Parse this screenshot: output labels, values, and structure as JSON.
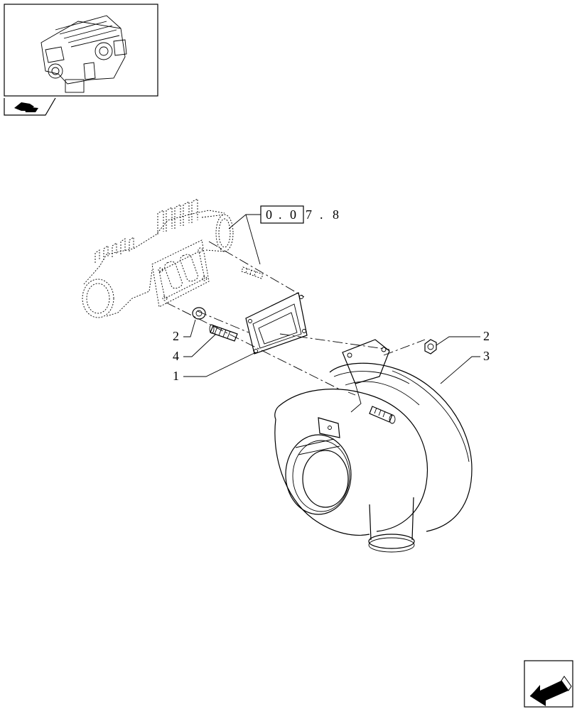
{
  "reference": {
    "boxed_digits": [
      "0",
      ".",
      "0"
    ],
    "trailing_digits": [
      "7",
      ".",
      "8"
    ]
  },
  "callouts": [
    {
      "id": "c-2-left",
      "label": "2"
    },
    {
      "id": "c-4",
      "label": "4"
    },
    {
      "id": "c-1",
      "label": "1"
    },
    {
      "id": "c-2-right",
      "label": "2"
    },
    {
      "id": "c-3",
      "label": "3"
    }
  ],
  "icons": {
    "thumbnail": "engine-thumbnail-icon",
    "tab": "hand-pointer-icon",
    "nav": "previous-page-arrow-icon"
  }
}
